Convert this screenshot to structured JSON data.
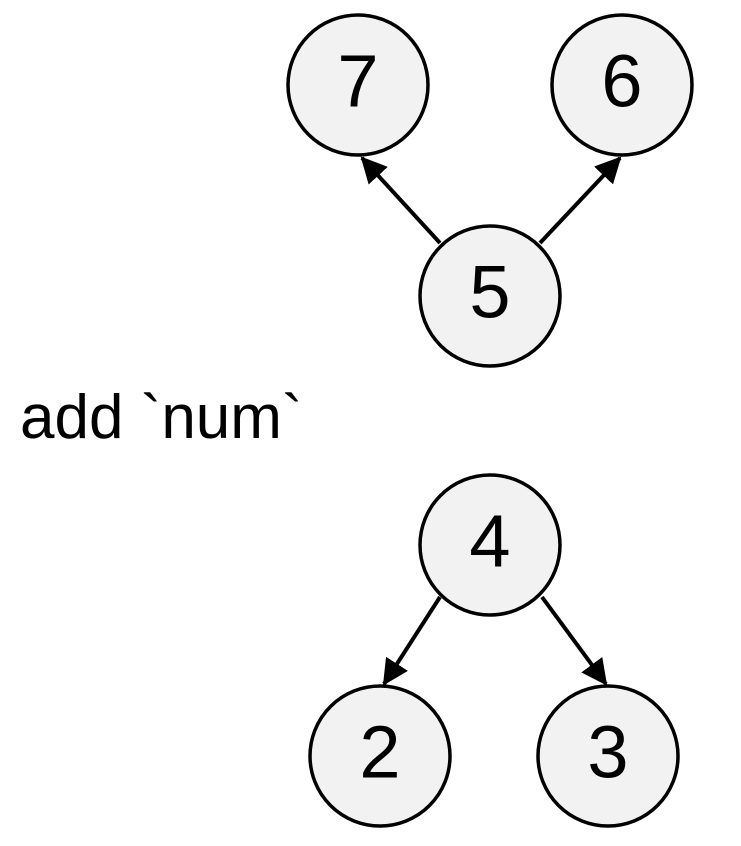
{
  "top_graph": {
    "nodes": [
      {
        "id": "n7",
        "label": "7"
      },
      {
        "id": "n6",
        "label": "6"
      },
      {
        "id": "n5",
        "label": "5"
      }
    ],
    "edges": [
      {
        "from": "5",
        "to": "7"
      },
      {
        "from": "5",
        "to": "6"
      }
    ]
  },
  "operation": {
    "label": "add `num`"
  },
  "bottom_graph": {
    "nodes": [
      {
        "id": "n4",
        "label": "4"
      },
      {
        "id": "n2",
        "label": "2"
      },
      {
        "id": "n3",
        "label": "3"
      }
    ],
    "edges": [
      {
        "from": "4",
        "to": "2"
      },
      {
        "from": "4",
        "to": "3"
      }
    ]
  },
  "colors": {
    "node_fill": "#f2f2f2",
    "node_stroke": "#000000",
    "edge": "#000000",
    "text": "#000000"
  }
}
